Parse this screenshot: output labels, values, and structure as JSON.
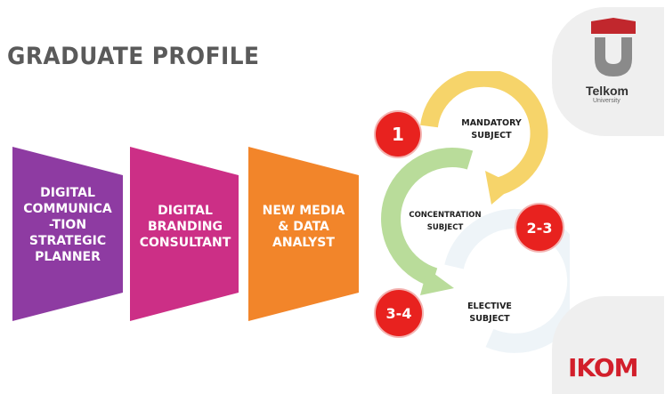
{
  "title": "GRADUATE PROFILE",
  "profiles": [
    {
      "label": "DIGITAL\nCOMMUNICA\n-TION\nSTRATEGIC\nPLANNER",
      "color": "#8e3ba2"
    },
    {
      "label": "DIGITAL\nBRANDING\nCONSULTANT",
      "color": "#cc2f86"
    },
    {
      "label": "NEW MEDIA\n& DATA\nANALYST",
      "color": "#f2852a"
    }
  ],
  "steps": [
    {
      "number": "1",
      "label": "MANDATORY\nSUBJECT",
      "arrow_color": "#f6d46a"
    },
    {
      "number": "2-3",
      "label": "CONCENTRATION\nSUBJECT",
      "arrow_color": "#b9dc9a"
    },
    {
      "number": "3-4",
      "label": "ELECTIVE\nSUBJECT",
      "arrow_color": "#eef4f8"
    }
  ],
  "logos": {
    "telkom_name": "Telkom",
    "telkom_sub": "University",
    "ikom": "IKOM",
    "telkom_red": "#c1272d",
    "telkom_gray": "#8a8a8a"
  }
}
